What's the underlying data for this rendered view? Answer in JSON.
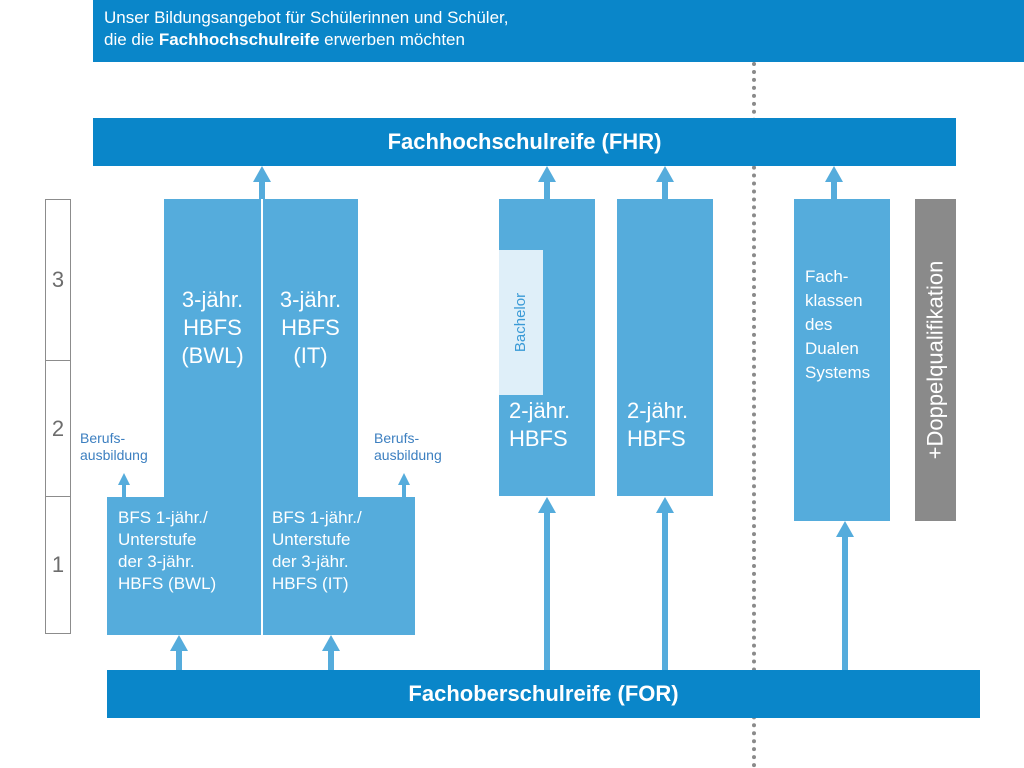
{
  "header": {
    "line1": "Unser Bildungsangebot für Schülerinnen und Schüler,",
    "line2_prefix": "die die ",
    "line2_bold": "Fachhochschulreife",
    "line2_suffix": " erwerben möchten"
  },
  "fhr_bar": "Fachhochschulreife (FHR)",
  "for_bar": "Fachoberschulreife (FOR)",
  "years": [
    "3",
    "2",
    "1"
  ],
  "hbfs_bwl": [
    "3-jähr.",
    "HBFS",
    "(BWL)"
  ],
  "hbfs_it": [
    "3-jähr.",
    "HBFS",
    "(IT)"
  ],
  "berufsausbildung_left": [
    "Berufs-",
    "ausbildung"
  ],
  "berufsausbildung_right": [
    "Berufs-",
    "ausbildung"
  ],
  "bfs_bwl": [
    "BFS 1-jähr./",
    "Unterstufe",
    "der 3-jähr.",
    "HBFS (BWL)"
  ],
  "bfs_it": [
    "BFS 1-jähr./",
    "Unterstufe",
    "der 3-jähr.",
    "HBFS (IT)"
  ],
  "bachelor": "Bachelor",
  "hbfs2_a": [
    "2-jähr.",
    "HBFS"
  ],
  "hbfs2_b": [
    "2-jähr.",
    "HBFS"
  ],
  "fachklassen": [
    "Fach-",
    "klassen",
    "des",
    "Dualen",
    "Systems"
  ],
  "doppelqualifikation": "+Doppelqualifikation",
  "colors": {
    "primary": "#0a86c9",
    "box": "#55acdc",
    "bachelor_bg": "#dfeff9",
    "gray": "#8a8a8a"
  }
}
